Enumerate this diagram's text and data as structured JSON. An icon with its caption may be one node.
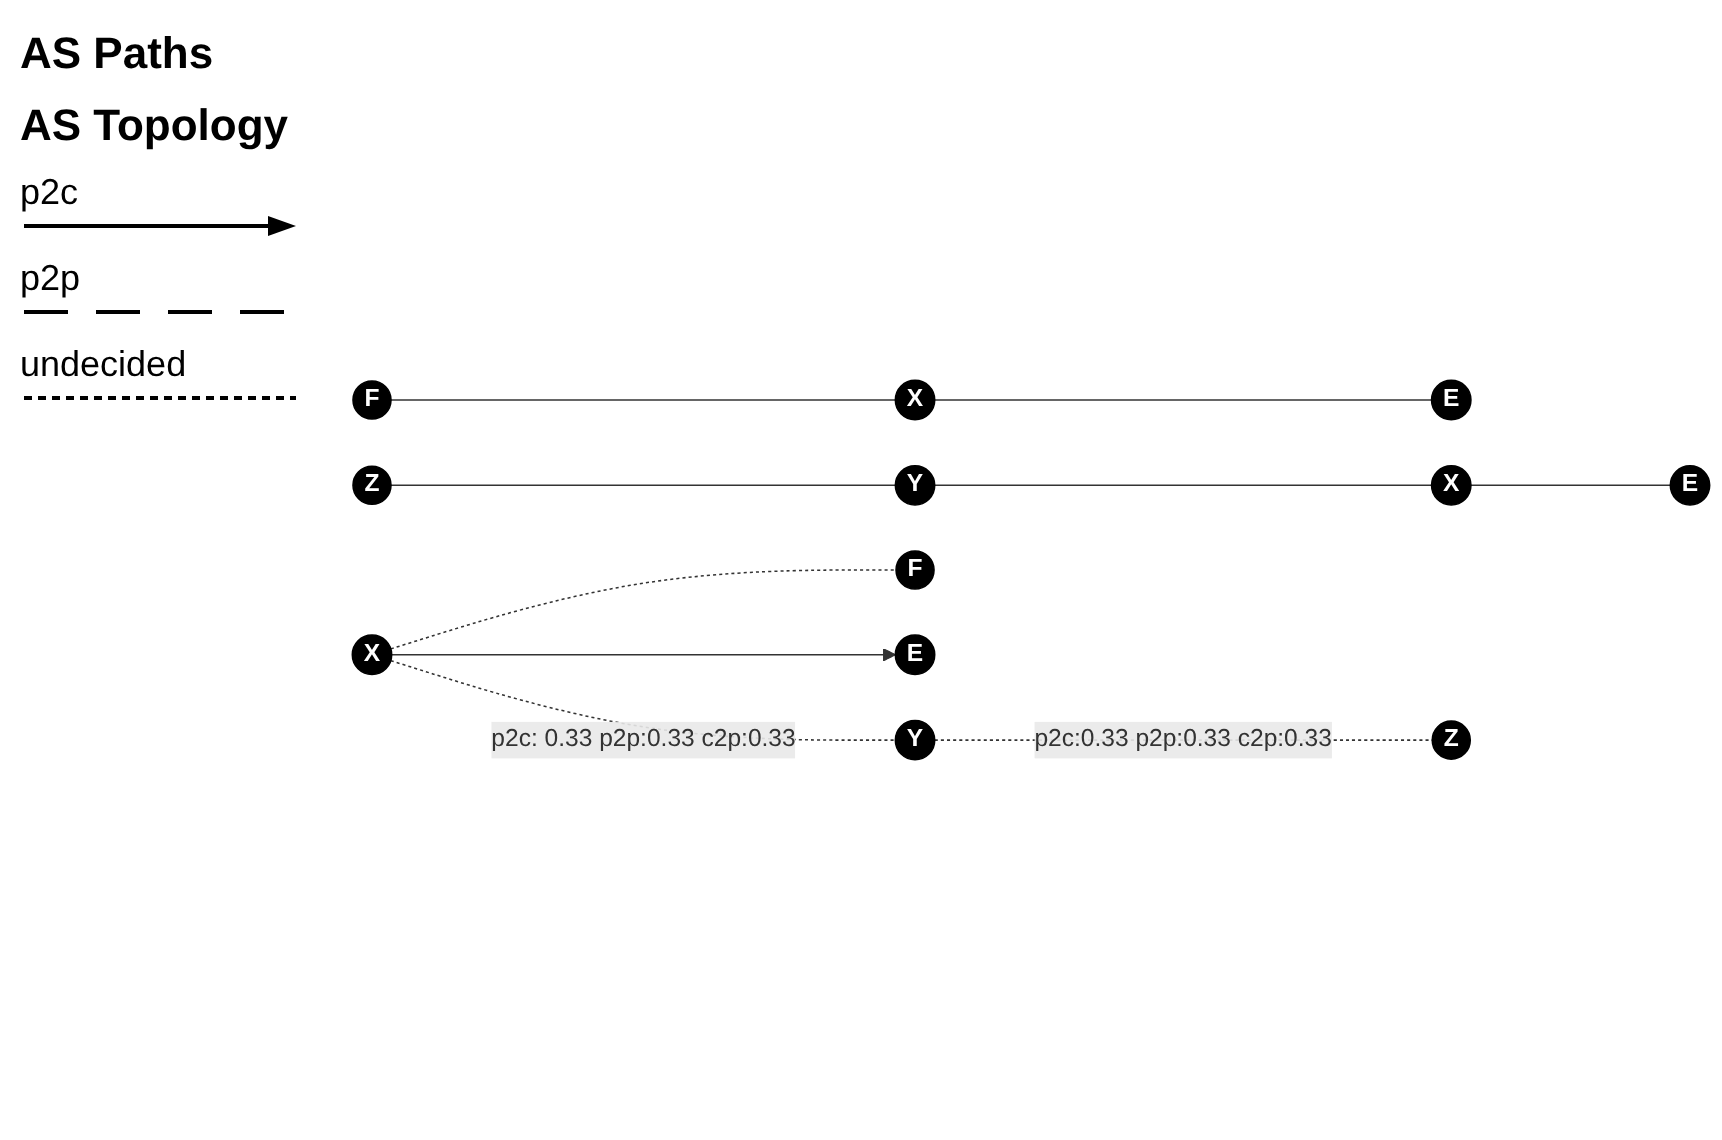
{
  "diagram": {
    "nodes": [
      {
        "text": [
          "F"
        ]
      },
      {
        "text": [
          "X"
        ]
      },
      {
        "text": [
          "E"
        ]
      },
      {
        "text": [
          "Z"
        ]
      },
      {
        "text": [
          "Y"
        ]
      },
      {
        "text": [
          "X"
        ]
      },
      {
        "text": [
          "E"
        ]
      },
      {
        "text": [
          "X"
        ]
      },
      {
        "text": [
          "F"
        ]
      },
      {
        "text": [
          "E"
        ]
      },
      {
        "text": [
          "Y"
        ]
      },
      {
        "text": [
          "Z"
        ]
      }
    ],
    "edges": [
      {
        "from": 0,
        "to": 1,
        "arrow": "none"
      },
      {
        "from": 1,
        "to": 2,
        "arrow": "none"
      },
      {
        "from": 3,
        "to": 4,
        "arrow": "none"
      },
      {
        "from": 4,
        "to": 5,
        "arrow": "none"
      },
      {
        "from": 5,
        "to": 6,
        "arrow": "none"
      },
      {
        "from": 7,
        "to": 8,
        "arrow": "none",
        "style": "dashed"
      },
      {
        "from": 7,
        "to": 9,
        "arrow": "to"
      },
      {
        "from": 7,
        "to": 10,
        "arrow": "none",
        "style": "dashed",
        "label": "p2c: 0.33 p2p:0.33 c2p:0.33"
      },
      {
        "from": 10,
        "to": 11,
        "arrow": "none",
        "style": "dashed",
        "label": "p2c:0.33 p2p:0.33 c2p:0.33"
      }
    ],
    "labels": [
      "AS Paths",
      "AS Topology"
    ],
    "legend": [
      {
        "text": "p2c"
      },
      {
        "text": "p2p"
      },
      {
        "text": "undecided"
      }
    ]
  }
}
